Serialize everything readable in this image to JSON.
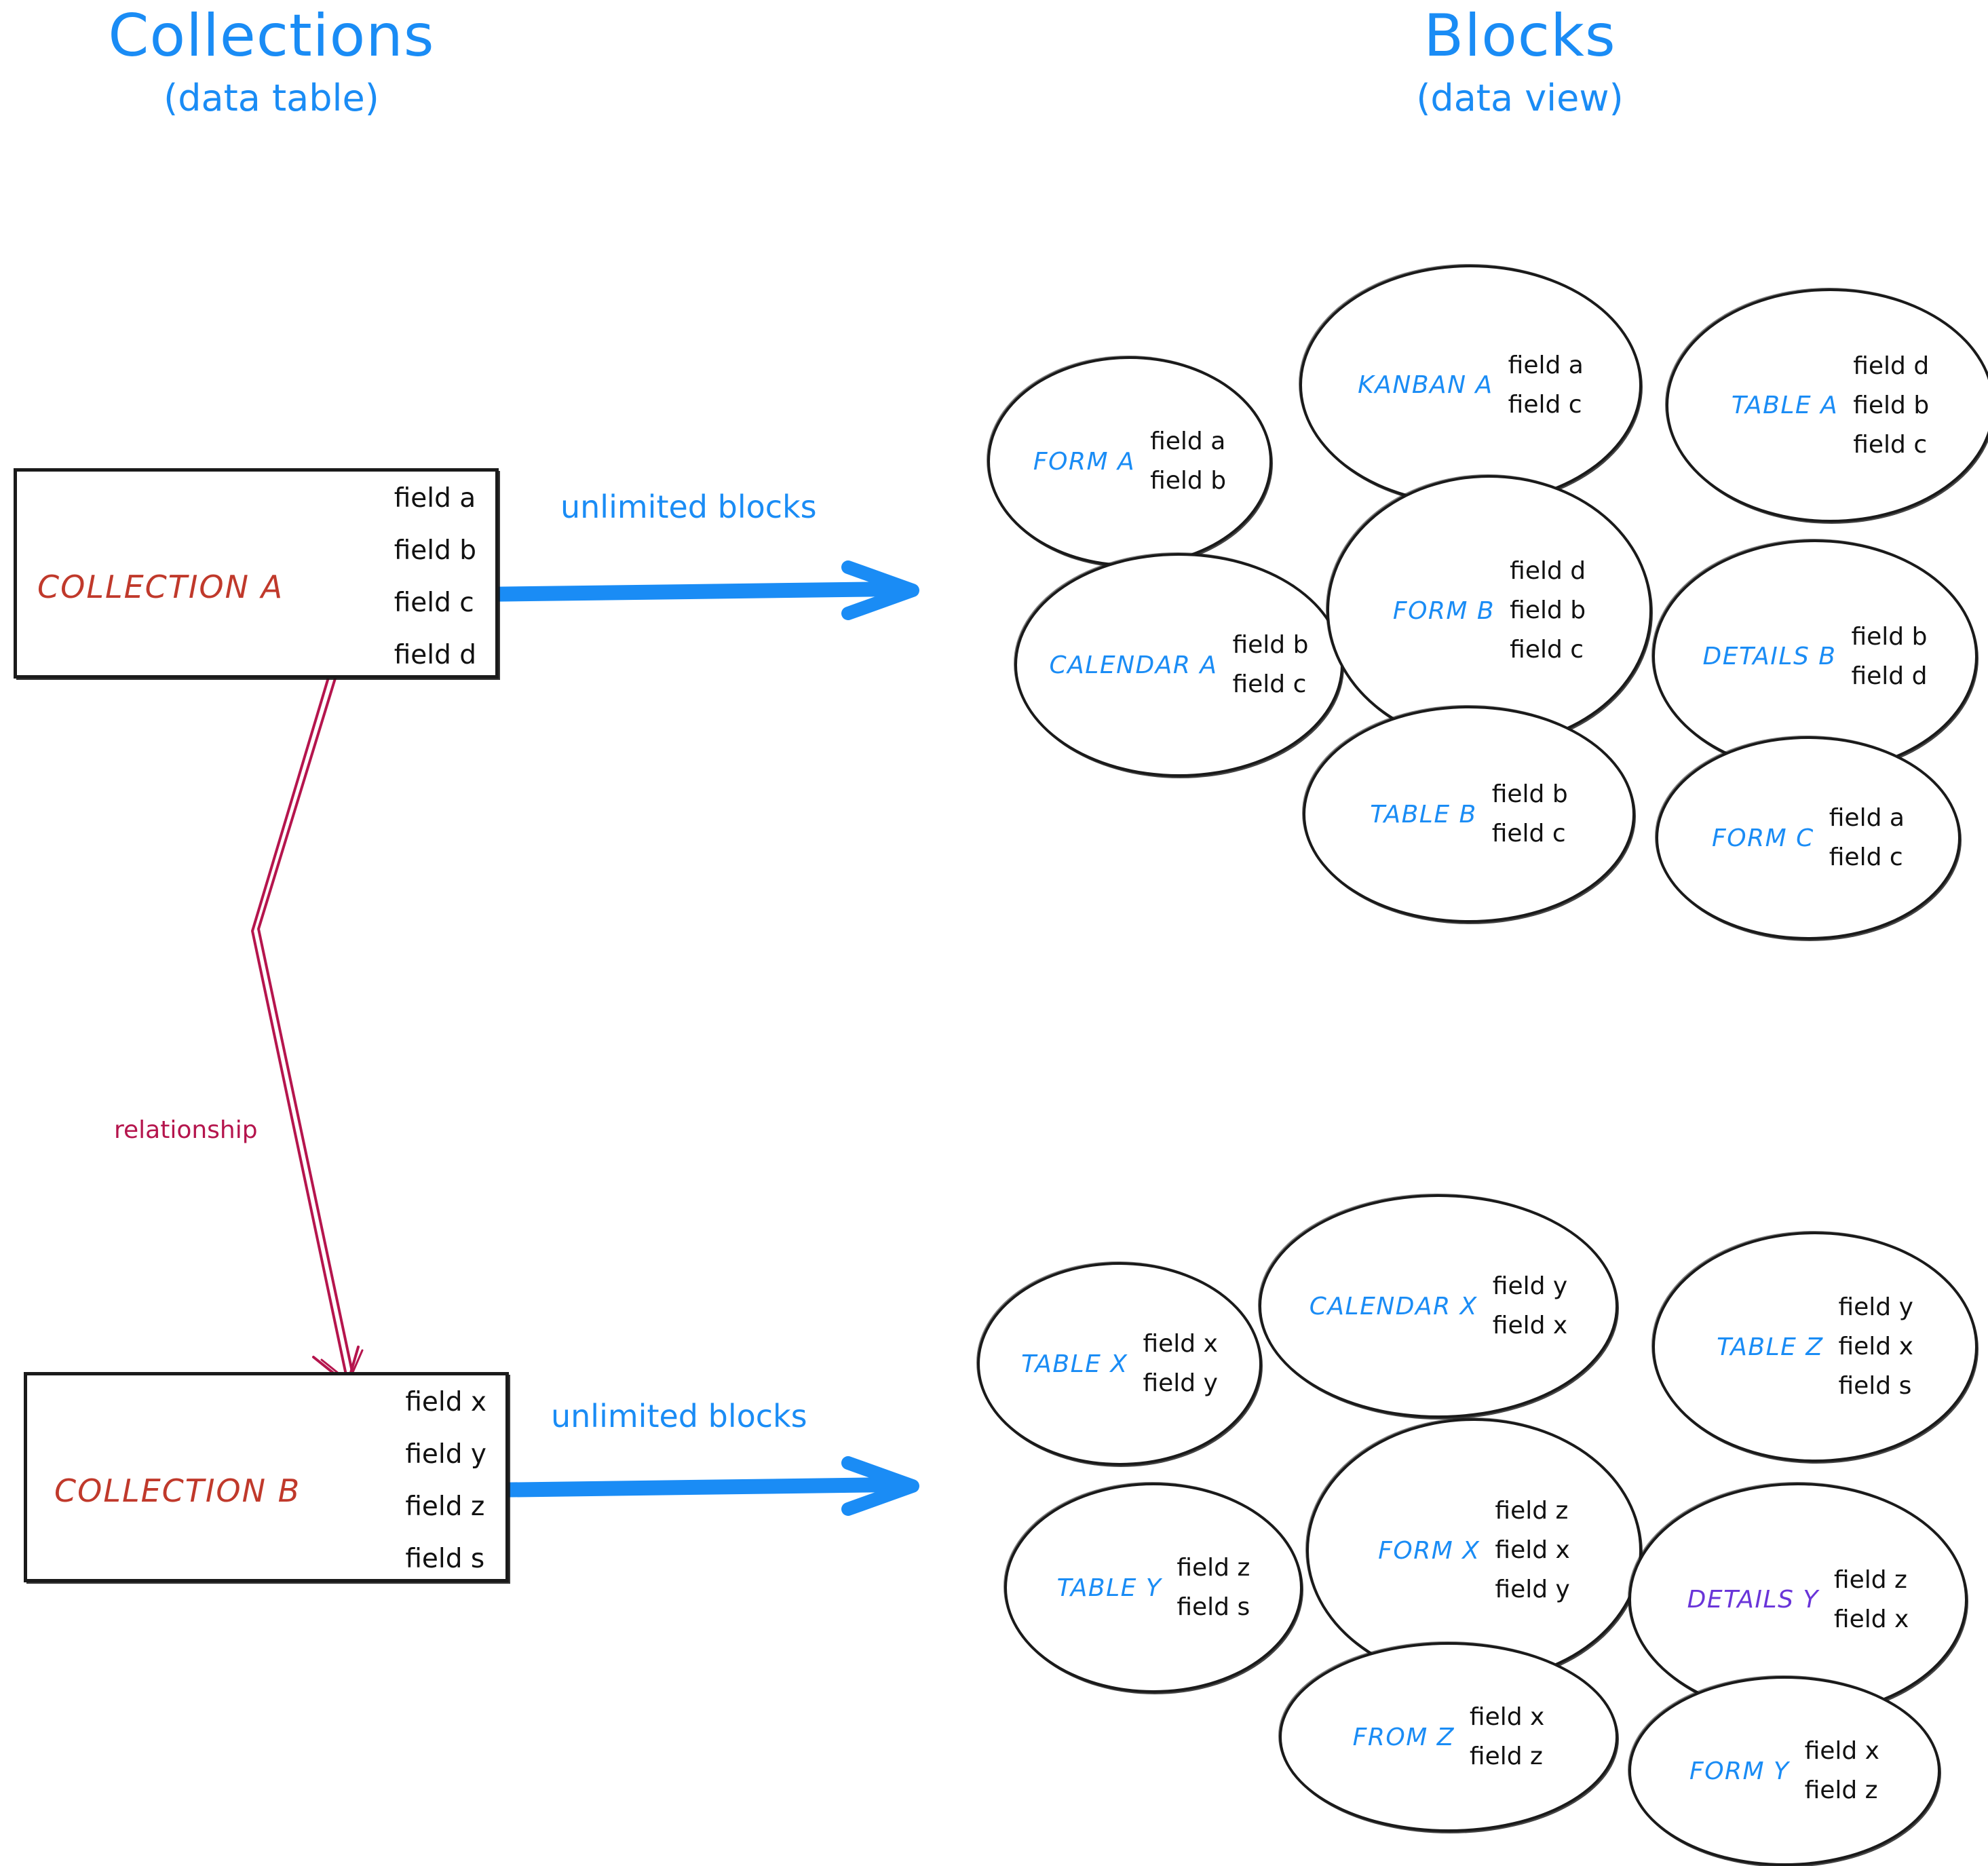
{
  "headings": {
    "collections": {
      "main": "Collections",
      "sub": "(data table)"
    },
    "blocks": {
      "main": "Blocks",
      "sub": "(data view)"
    }
  },
  "colors": {
    "accent_blue": "#1a8cf5",
    "collection_red": "#c0392b",
    "relationship_crimson": "#b5154d",
    "details_purple": "#6a35d9",
    "stroke_black": "#1a1a1a"
  },
  "collections": [
    {
      "id": "a",
      "name": "COLLECTION A",
      "fields": [
        "field a",
        "field b",
        "field c",
        "field d"
      ]
    },
    {
      "id": "b",
      "name": "COLLECTION B",
      "fields": [
        "field x",
        "field y",
        "field z",
        "field s"
      ]
    }
  ],
  "arrows": {
    "top_label": "unlimited blocks",
    "bottom_label": "unlimited blocks",
    "relationship_label": "relationship"
  },
  "block_groups": [
    {
      "id": "group-a",
      "blocks": [
        {
          "label": "FORM A",
          "color": "blue",
          "fields": [
            "field a",
            "field b"
          ]
        },
        {
          "label": "KANBAN A",
          "color": "blue",
          "fields": [
            "field a",
            "field c"
          ]
        },
        {
          "label": "TABLE A",
          "color": "blue",
          "fields": [
            "field d",
            "field b",
            "field c"
          ]
        },
        {
          "label": "CALENDAR A",
          "color": "blue",
          "fields": [
            "field b",
            "field c"
          ]
        },
        {
          "label": "FORM B",
          "color": "blue",
          "fields": [
            "field d",
            "field b",
            "field c"
          ]
        },
        {
          "label": "DETAILS B",
          "color": "blue",
          "fields": [
            "field b",
            "field d"
          ]
        },
        {
          "label": "TABLE B",
          "color": "blue",
          "fields": [
            "field b",
            "field c"
          ]
        },
        {
          "label": "FORM C",
          "color": "blue",
          "fields": [
            "field a",
            "field c"
          ]
        }
      ]
    },
    {
      "id": "group-b",
      "blocks": [
        {
          "label": "TABLE X",
          "color": "blue",
          "fields": [
            "field x",
            "field y"
          ]
        },
        {
          "label": "CALENDAR X",
          "color": "blue",
          "fields": [
            "field y",
            "field x"
          ]
        },
        {
          "label": "TABLE Z",
          "color": "blue",
          "fields": [
            "field y",
            "field x",
            "field s"
          ]
        },
        {
          "label": "TABLE Y",
          "color": "blue",
          "fields": [
            "field z",
            "field s"
          ]
        },
        {
          "label": "FORM X",
          "color": "blue",
          "fields": [
            "field z",
            "field x",
            "field y"
          ]
        },
        {
          "label": "DETAILS Y",
          "color": "purple",
          "fields": [
            "field z",
            "field x"
          ]
        },
        {
          "label": "FROM Z",
          "color": "blue",
          "fields": [
            "field x",
            "field z"
          ]
        },
        {
          "label": "FORM Y",
          "color": "blue",
          "fields": [
            "field x",
            "field z"
          ]
        }
      ]
    }
  ]
}
